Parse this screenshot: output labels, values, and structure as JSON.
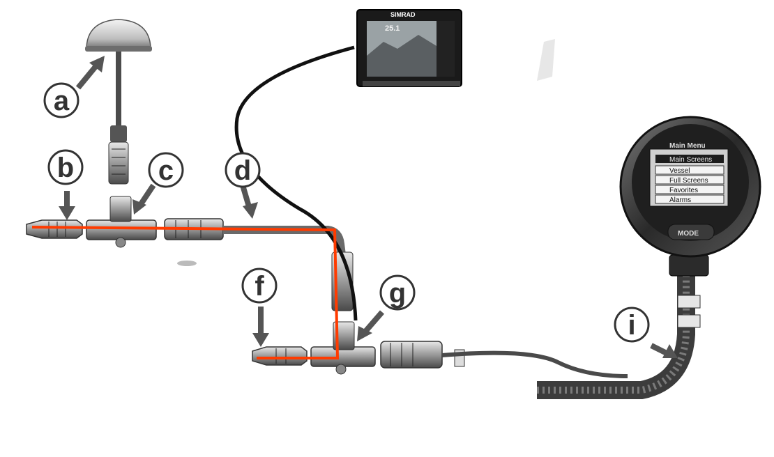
{
  "callouts": [
    {
      "id": "a",
      "label": "a"
    },
    {
      "id": "b",
      "label": "b"
    },
    {
      "id": "c",
      "label": "c"
    },
    {
      "id": "d",
      "label": "d"
    },
    {
      "id": "f",
      "label": "f"
    },
    {
      "id": "g",
      "label": "g"
    },
    {
      "id": "i",
      "label": "i"
    }
  ],
  "display": {
    "brand": "SIMRAD",
    "readout": "25.1"
  },
  "gauge": {
    "menu_title": "Main Menu",
    "menu_items": [
      "Main Screens",
      "Vessel",
      "Full Screens",
      "Favorites",
      "Alarms"
    ],
    "button_label": "MODE"
  },
  "colors": {
    "backbone_highlight": "#ff3b00",
    "cable": "#111111",
    "callout_stroke": "#333333"
  }
}
